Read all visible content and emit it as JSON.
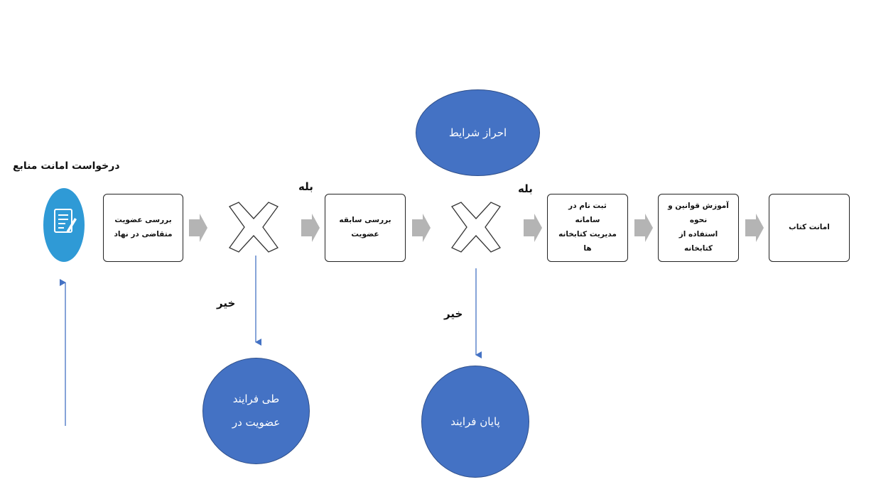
{
  "nodes": {
    "start_title": "درخواست امانت منابع",
    "box1": "بررسی عضویت\nمتقاضی در نهاد",
    "box2": "بررسی سابقه عضویت",
    "box3": "ثبت نام در سامانه\nمدیریت کتابخانه ها",
    "box4": "آموزش قوانین و نحوه\nاستفاده از کتابخانه",
    "box5": "امانت کتاب",
    "ellipse_top": "احراز شرایط",
    "ellipse_left_bottom": "طی فرایند\nعضویت در",
    "ellipse_right_bottom": "پایان فرایند"
  },
  "labels": {
    "yes1": "بله",
    "yes2": "بله",
    "no1": "خیر",
    "no2": "خیر"
  },
  "colors": {
    "ellipse_fill": "#4472c4",
    "icon_circle": "#2f9ad6",
    "arrow_gray": "#b4b4b4",
    "connector_blue": "#4472c4"
  }
}
